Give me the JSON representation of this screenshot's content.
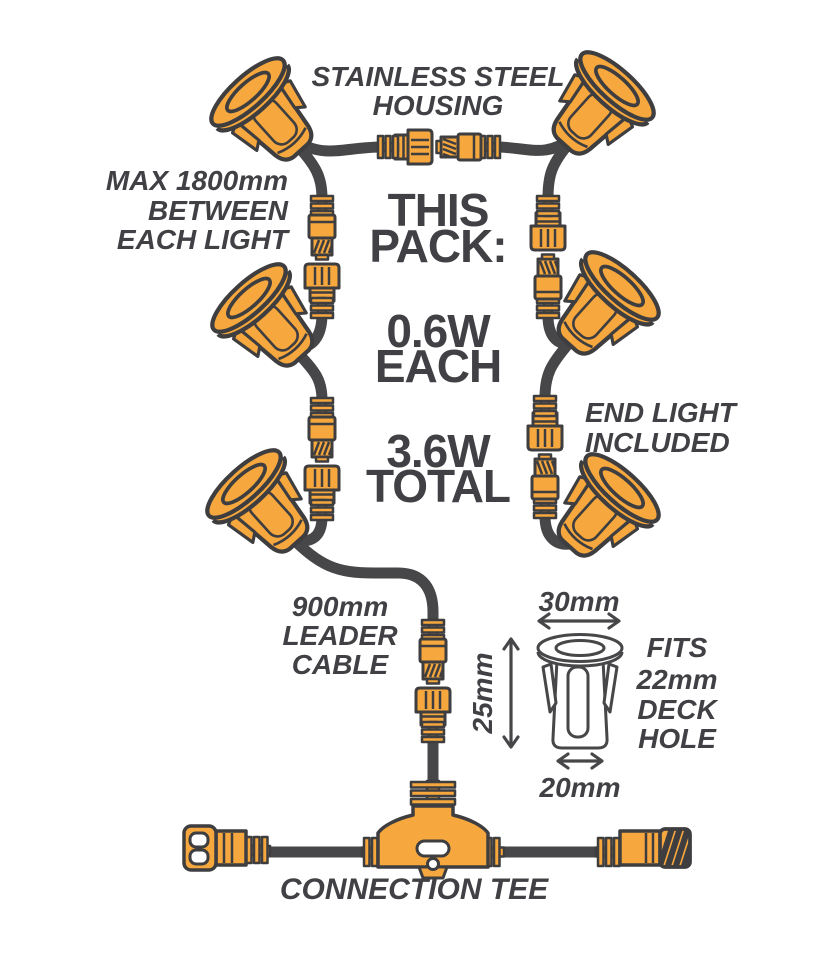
{
  "labels": {
    "stainless": [
      "STAINLESS STEEL",
      "HOUSING"
    ],
    "max_between": [
      "MAX 1800mm",
      "BETWEEN",
      "EACH LIGHT"
    ],
    "pack_heading": [
      "THIS",
      "PACK:"
    ],
    "pack_each": [
      "0.6W",
      "EACH"
    ],
    "pack_total": [
      "3.6W",
      "TOTAL"
    ],
    "end_light": [
      "END LIGHT",
      "INCLUDED"
    ],
    "leader": [
      "900mm",
      "LEADER",
      "CABLE"
    ],
    "dim_top": "30mm",
    "dim_height": "25mm",
    "dim_bottom": "20mm",
    "fits": [
      "FITS",
      "22mm",
      "DECK",
      "HOLE"
    ],
    "connection_tee": "CONNECTION TEE"
  },
  "colors": {
    "accent_orange": "#F6A73D",
    "outline": "#3E3E40",
    "cable": "#474749",
    "text": "#414044",
    "background": "#FFFFFF"
  }
}
